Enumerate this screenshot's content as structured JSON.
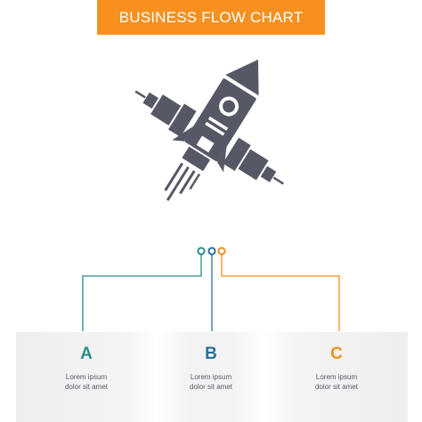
{
  "title": "BUSINESS FLOW CHART",
  "colors": {
    "banner": "#f7901e",
    "icon": "#565866",
    "step_a": "#2a8f84",
    "step_b": "#2d6e96",
    "step_c": "#f0901e",
    "card_bg": "#f1f1f1",
    "body_text": "#555a66"
  },
  "icon": "space-ship-icon",
  "steps": [
    {
      "letter": "A",
      "line1": "Lorem ipsum",
      "line2": "dolor sit amet"
    },
    {
      "letter": "B",
      "line1": "Lorem ipsum",
      "line2": "dolor sit amet"
    },
    {
      "letter": "C",
      "line1": "Lorem ipsum",
      "line2": "dolor sit amet"
    }
  ]
}
